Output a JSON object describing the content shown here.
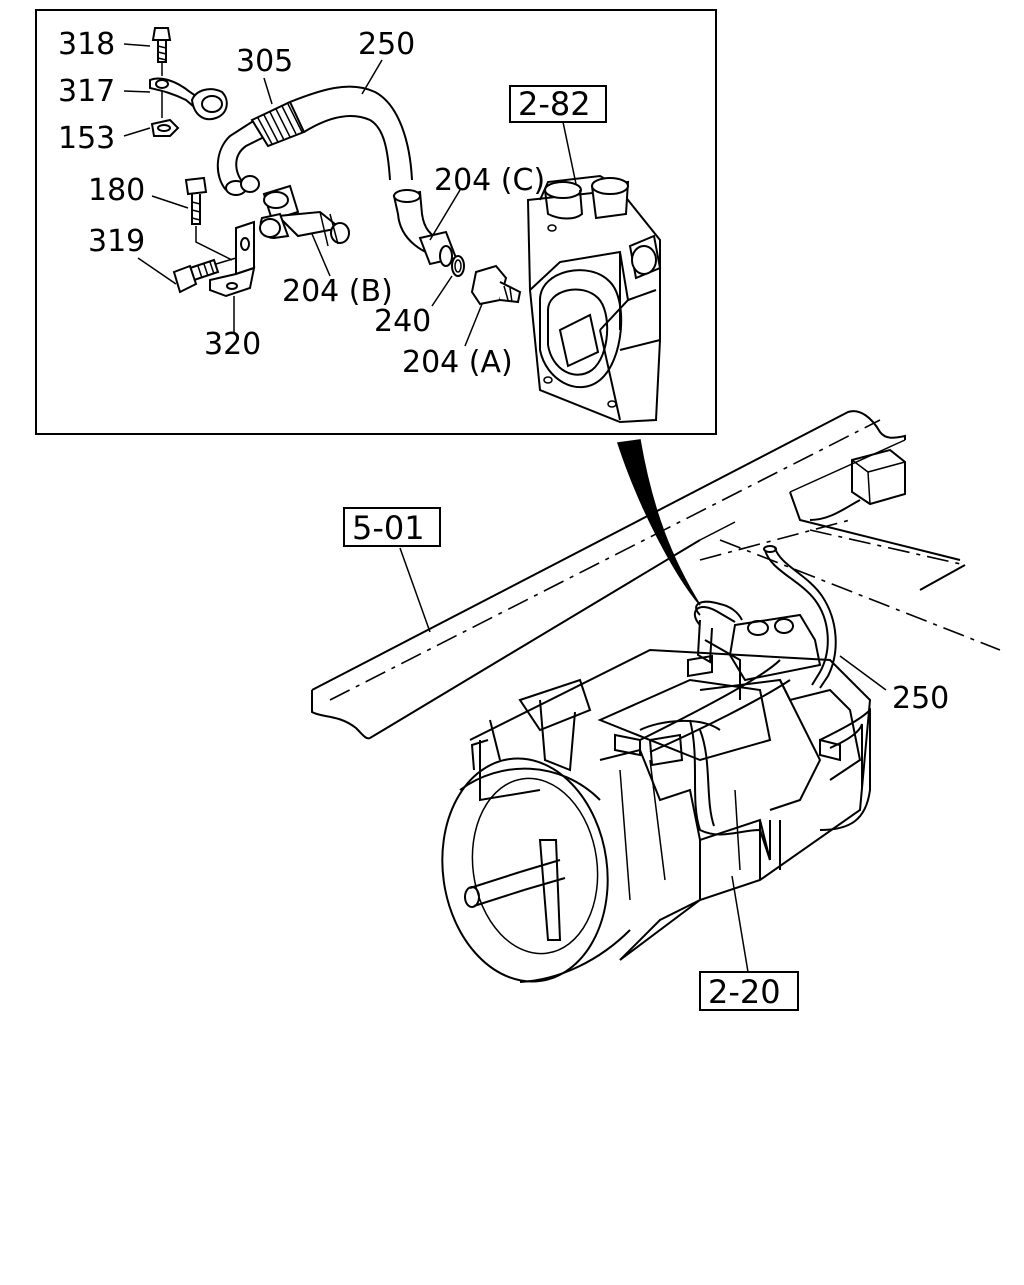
{
  "callouts": {
    "c318": "318",
    "c317": "317",
    "c153": "153",
    "c180": "180",
    "c319": "319",
    "c320": "320",
    "c305": "305",
    "c250_top": "250",
    "c204c": "204 (C)",
    "c204b": "204 (B)",
    "c240": "240",
    "c204a": "204 (A)",
    "c250_main": "250"
  },
  "references": {
    "r282": "2-82",
    "r501": "5-01",
    "r220": "2-20"
  },
  "icons": {
    "pointer": "detail-pointer-arrow"
  }
}
